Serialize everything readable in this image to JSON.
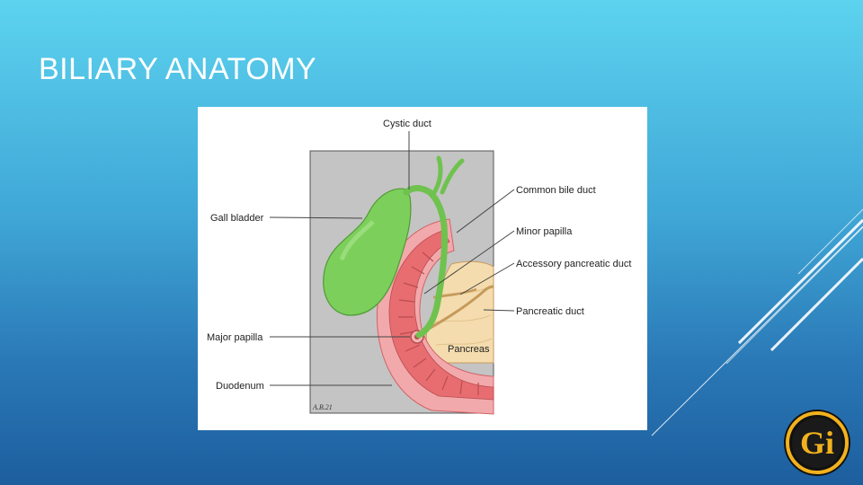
{
  "slide": {
    "title": "BILIARY ANATOMY"
  },
  "diagram": {
    "labels": {
      "cystic_duct": "Cystic duct",
      "common_bile_duct": "Common bile duct",
      "gall_bladder": "Gall bladder",
      "minor_papilla": "Minor papilla",
      "accessory_pancreatic_duct": "Accessory pancreatic duct",
      "pancreatic_duct": "Pancreatic duct",
      "pancreas": "Pancreas",
      "major_papilla": "Major papilla",
      "duodenum": "Duodenum"
    },
    "signature": "A.B.21",
    "colors": {
      "gallbladder": "#7ccf5b",
      "duodenum": "#e86d70",
      "duodenum_inner": "#f4b3b3",
      "pancreas": "#f4dcae",
      "duct": "#c59a5b",
      "panel": "#c4c4c4"
    }
  },
  "logo": {
    "text": "Gi",
    "color": "#f2b21d"
  }
}
